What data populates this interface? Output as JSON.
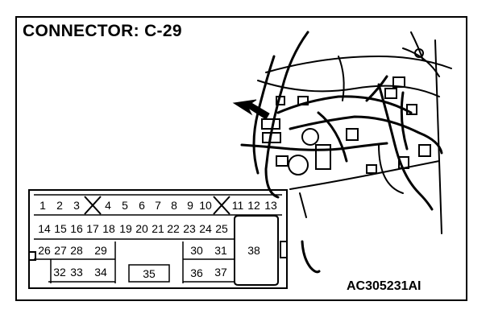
{
  "title": "CONNECTOR: C-29",
  "figure_code": "AC305231AI",
  "connector": {
    "rows": [
      [
        "1",
        "2",
        "3",
        "X",
        "4",
        "5",
        "6",
        "7",
        "8",
        "9",
        "10",
        "X",
        "11",
        "12",
        "13"
      ],
      [
        "14",
        "15",
        "16",
        "17",
        "18",
        "19",
        "20",
        "21",
        "22",
        "23",
        "24",
        "25"
      ],
      [
        "26",
        "27",
        "28",
        "29",
        "30",
        "31"
      ],
      [
        "32",
        "33",
        "34",
        "35",
        "36",
        "37"
      ]
    ],
    "big_pin": "38"
  }
}
